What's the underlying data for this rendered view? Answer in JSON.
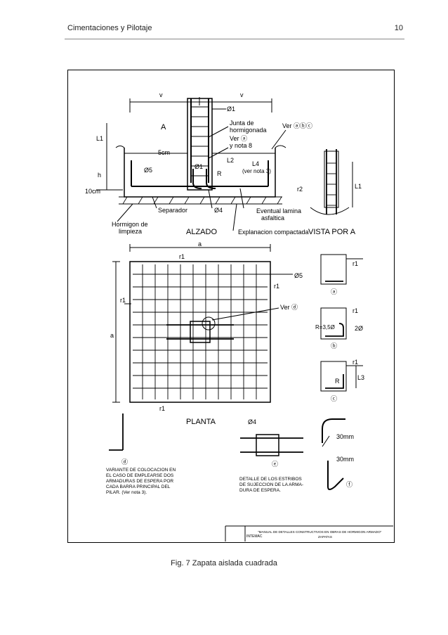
{
  "header": {
    "title": "Cimentaciones y Pilotaje",
    "page_number": "10"
  },
  "figure": {
    "labels": {
      "v1": "v",
      "v2": "v",
      "phi1": "Ø1",
      "junta": "Junta de",
      "junta2": "hormigonada",
      "verabc": "Ver ⓐⓑⓒ",
      "A": "A",
      "L1": "L1",
      "cm5": "5cm",
      "vera": "Ver ⓐ",
      "nota8": "y nota 8",
      "phi1b": "Ø1",
      "L2": "L2",
      "h": "h",
      "phi5": "Ø5",
      "R": "R",
      "L4": "L4",
      "vernota3": "(ver nota 3)",
      "cm10": "10cm",
      "r2": "r2",
      "separador": "Separador",
      "phi4": "Ø4",
      "eventual": "Eventual lamina",
      "asfaltica": "asfaltica",
      "hormigon": "Hormigon de",
      "limpieza": "limpieza",
      "alzado": "ALZADO",
      "explanacion": "Explanacion compactada",
      "vistaA": "VISTA POR A",
      "L1b": "L1",
      "a_top": "a",
      "r1_top": "r1",
      "phi5b": "Ø5",
      "r1_right": "r1",
      "r1_left": "r1",
      "a_left": "a",
      "verd": "Ver ⓓ",
      "r1_bot": "r1",
      "planta": "PLANTA",
      "phi4b": "Ø4",
      "ra_r1": "r1",
      "ra_a": "ⓐ",
      "rb_r1": "r1",
      "rb_R": "R=3,5Ø",
      "rb_2": "2Ø",
      "rb_b": "ⓑ",
      "rc_r1": "r1",
      "rc_L3": "L3",
      "rc_R": "R",
      "rc_c": "ⓒ",
      "d_label": "ⓓ",
      "e_label": "ⓔ",
      "mm30a": "30mm",
      "mm30b": "30mm",
      "f_label": "ⓕ"
    },
    "variant_note": [
      "VARIANTE DE COLOCACION EN",
      "EL CASO DE EMPLEARSE DOS",
      "ARMADURAS DE ESPERA POR",
      "CADA BARRA PRINCIPAL DEL",
      "PILAR. (Ver nota 3)."
    ],
    "detail_note": [
      "DETALLE DE LOS ESTRIBOS",
      "DE SUJECCION DE LA ARMA-",
      "DURA DE ESPERA."
    ],
    "title_block": {
      "logo": "INTEMAC",
      "text": "\"MANUAL DE DETALLES CONSTRUCTIVOS EN OBRAS DE HORMIGON ARMADO\"",
      "sub": "ZAPATAS"
    }
  },
  "caption": "Fig. 7 Zapata aislada cuadrada"
}
